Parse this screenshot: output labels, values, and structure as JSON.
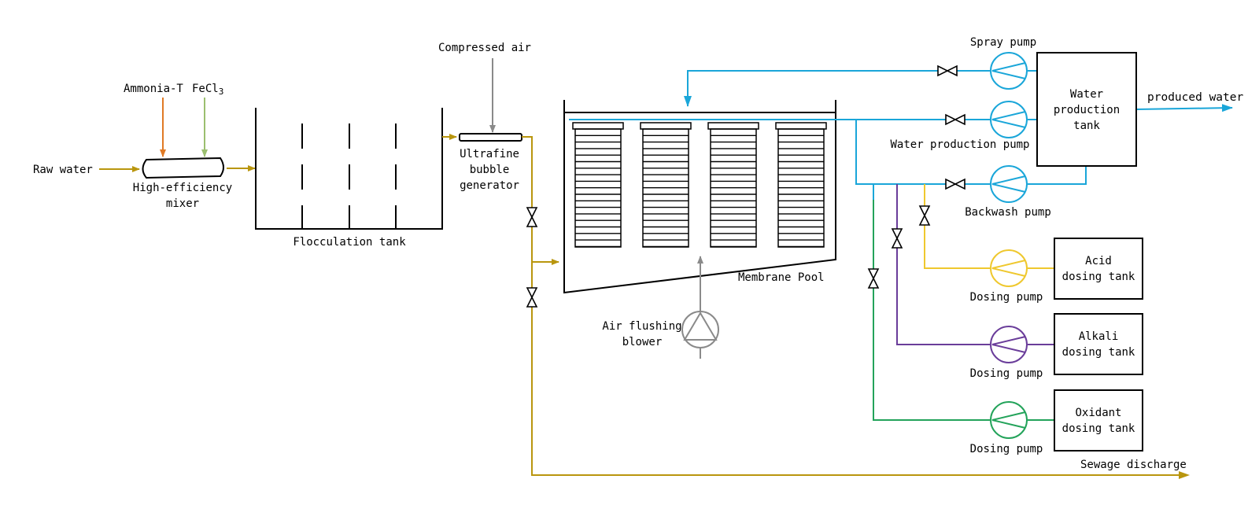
{
  "colors": {
    "feed": "#b9960e",
    "ammonia": "#e07a25",
    "fecl3": "#9bbf6f",
    "air": "#8a8a8a",
    "clean": "#1aa6d9",
    "acid": "#efc82e",
    "alkali": "#6a3d9a",
    "oxidant": "#23a35a",
    "outline": "#000000"
  },
  "labels": {
    "raw_water": "Raw water",
    "ammonia": "Ammonia-T",
    "fecl3_base": "FeCl",
    "fecl3_sub": "3",
    "mixer_l1": "High-efficiency",
    "mixer_l2": "mixer",
    "flocculation_tank": "Flocculation tank",
    "compressed_air": "Compressed air",
    "ubg_l1": "Ultrafine",
    "ubg_l2": "bubble",
    "ubg_l3": "generator",
    "membrane_pool": "Membrane Pool",
    "blower_l1": "Air flushing",
    "blower_l2": "blower",
    "spray_pump": "Spray pump",
    "water_production_pump": "Water production pump",
    "backwash_pump": "Backwash pump",
    "wpt_l1": "Water",
    "wpt_l2": "production",
    "wpt_l3": "tank",
    "produced_water": "produced water",
    "acid_l1": "Acid",
    "acid_l2": "dosing tank",
    "alkali_l1": "Alkali",
    "alkali_l2": "dosing tank",
    "oxidant_l1": "Oxidant",
    "oxidant_l2": "dosing tank",
    "dosing_pump_acid": "Dosing pump",
    "dosing_pump_alkali": "Dosing pump",
    "dosing_pump_oxidant": "Dosing pump",
    "sewage_discharge": "Sewage discharge"
  }
}
